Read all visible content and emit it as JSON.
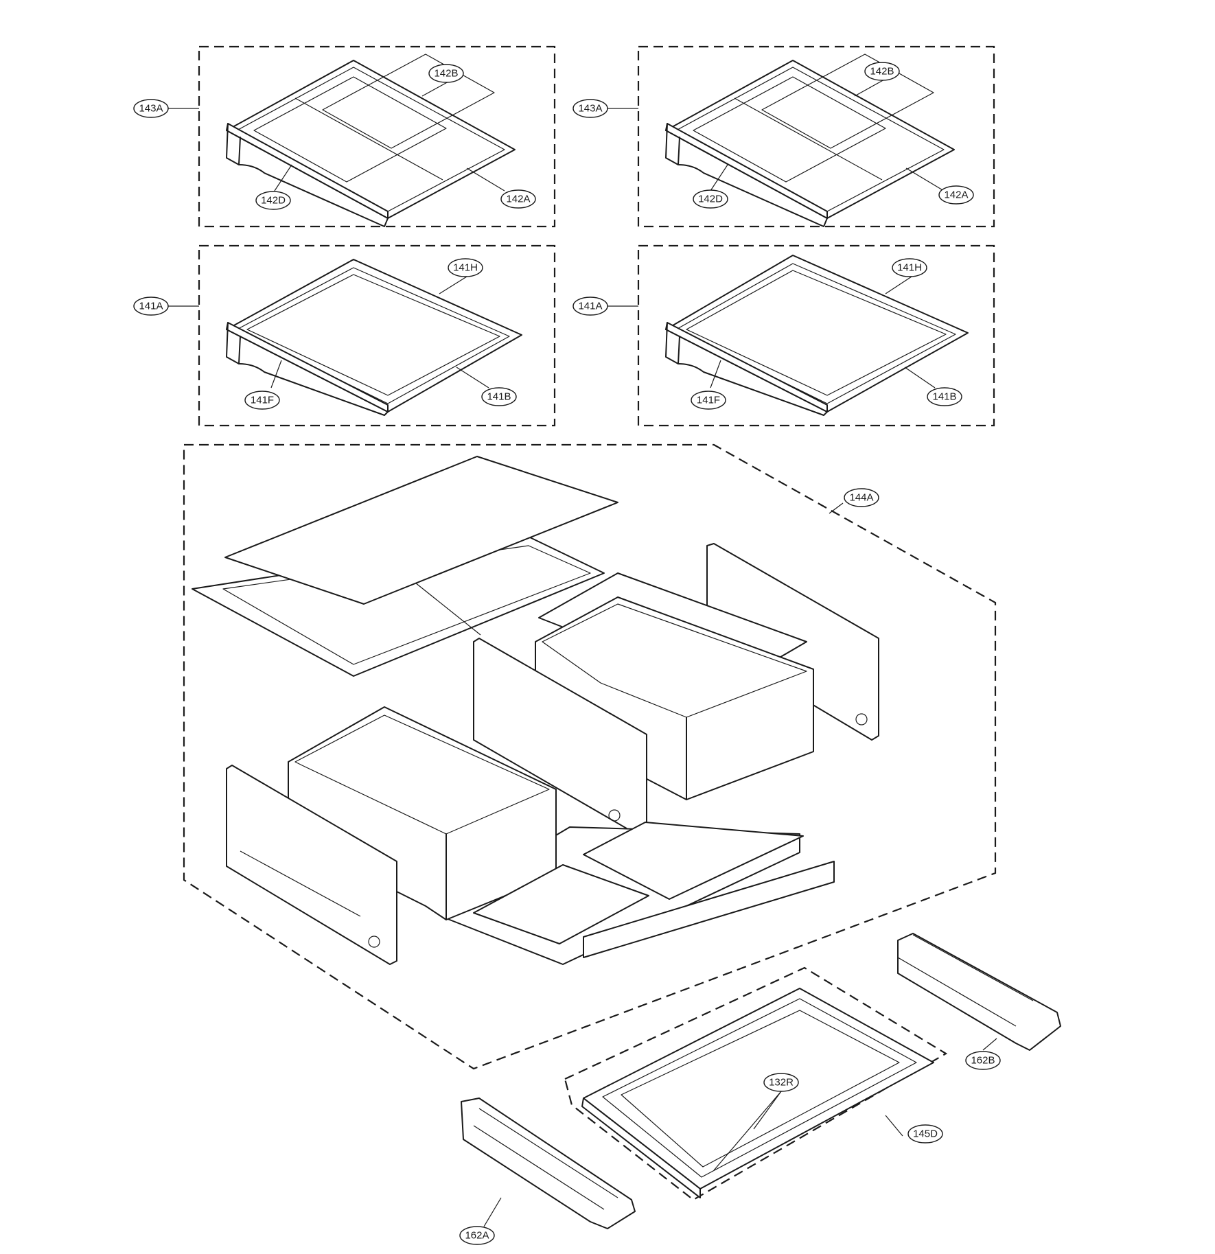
{
  "callouts": {
    "c143A_l": "143A",
    "c142B_l": "142B",
    "c142D_l": "142D",
    "c142A_l": "142A",
    "c143A_r": "143A",
    "c142B_r": "142B",
    "c142D_r": "142D",
    "c142A_r": "142A",
    "c141A_l": "141A",
    "c141H_l": "141H",
    "c141F_l": "141F",
    "c141B_l": "141B",
    "c141A_r": "141A",
    "c141H_r": "141H",
    "c141F_r": "141F",
    "c141B_r": "141B",
    "c144A": "144A",
    "c162B": "162B",
    "c132R": "132R",
    "c145D": "145D",
    "c162A": "162A"
  }
}
